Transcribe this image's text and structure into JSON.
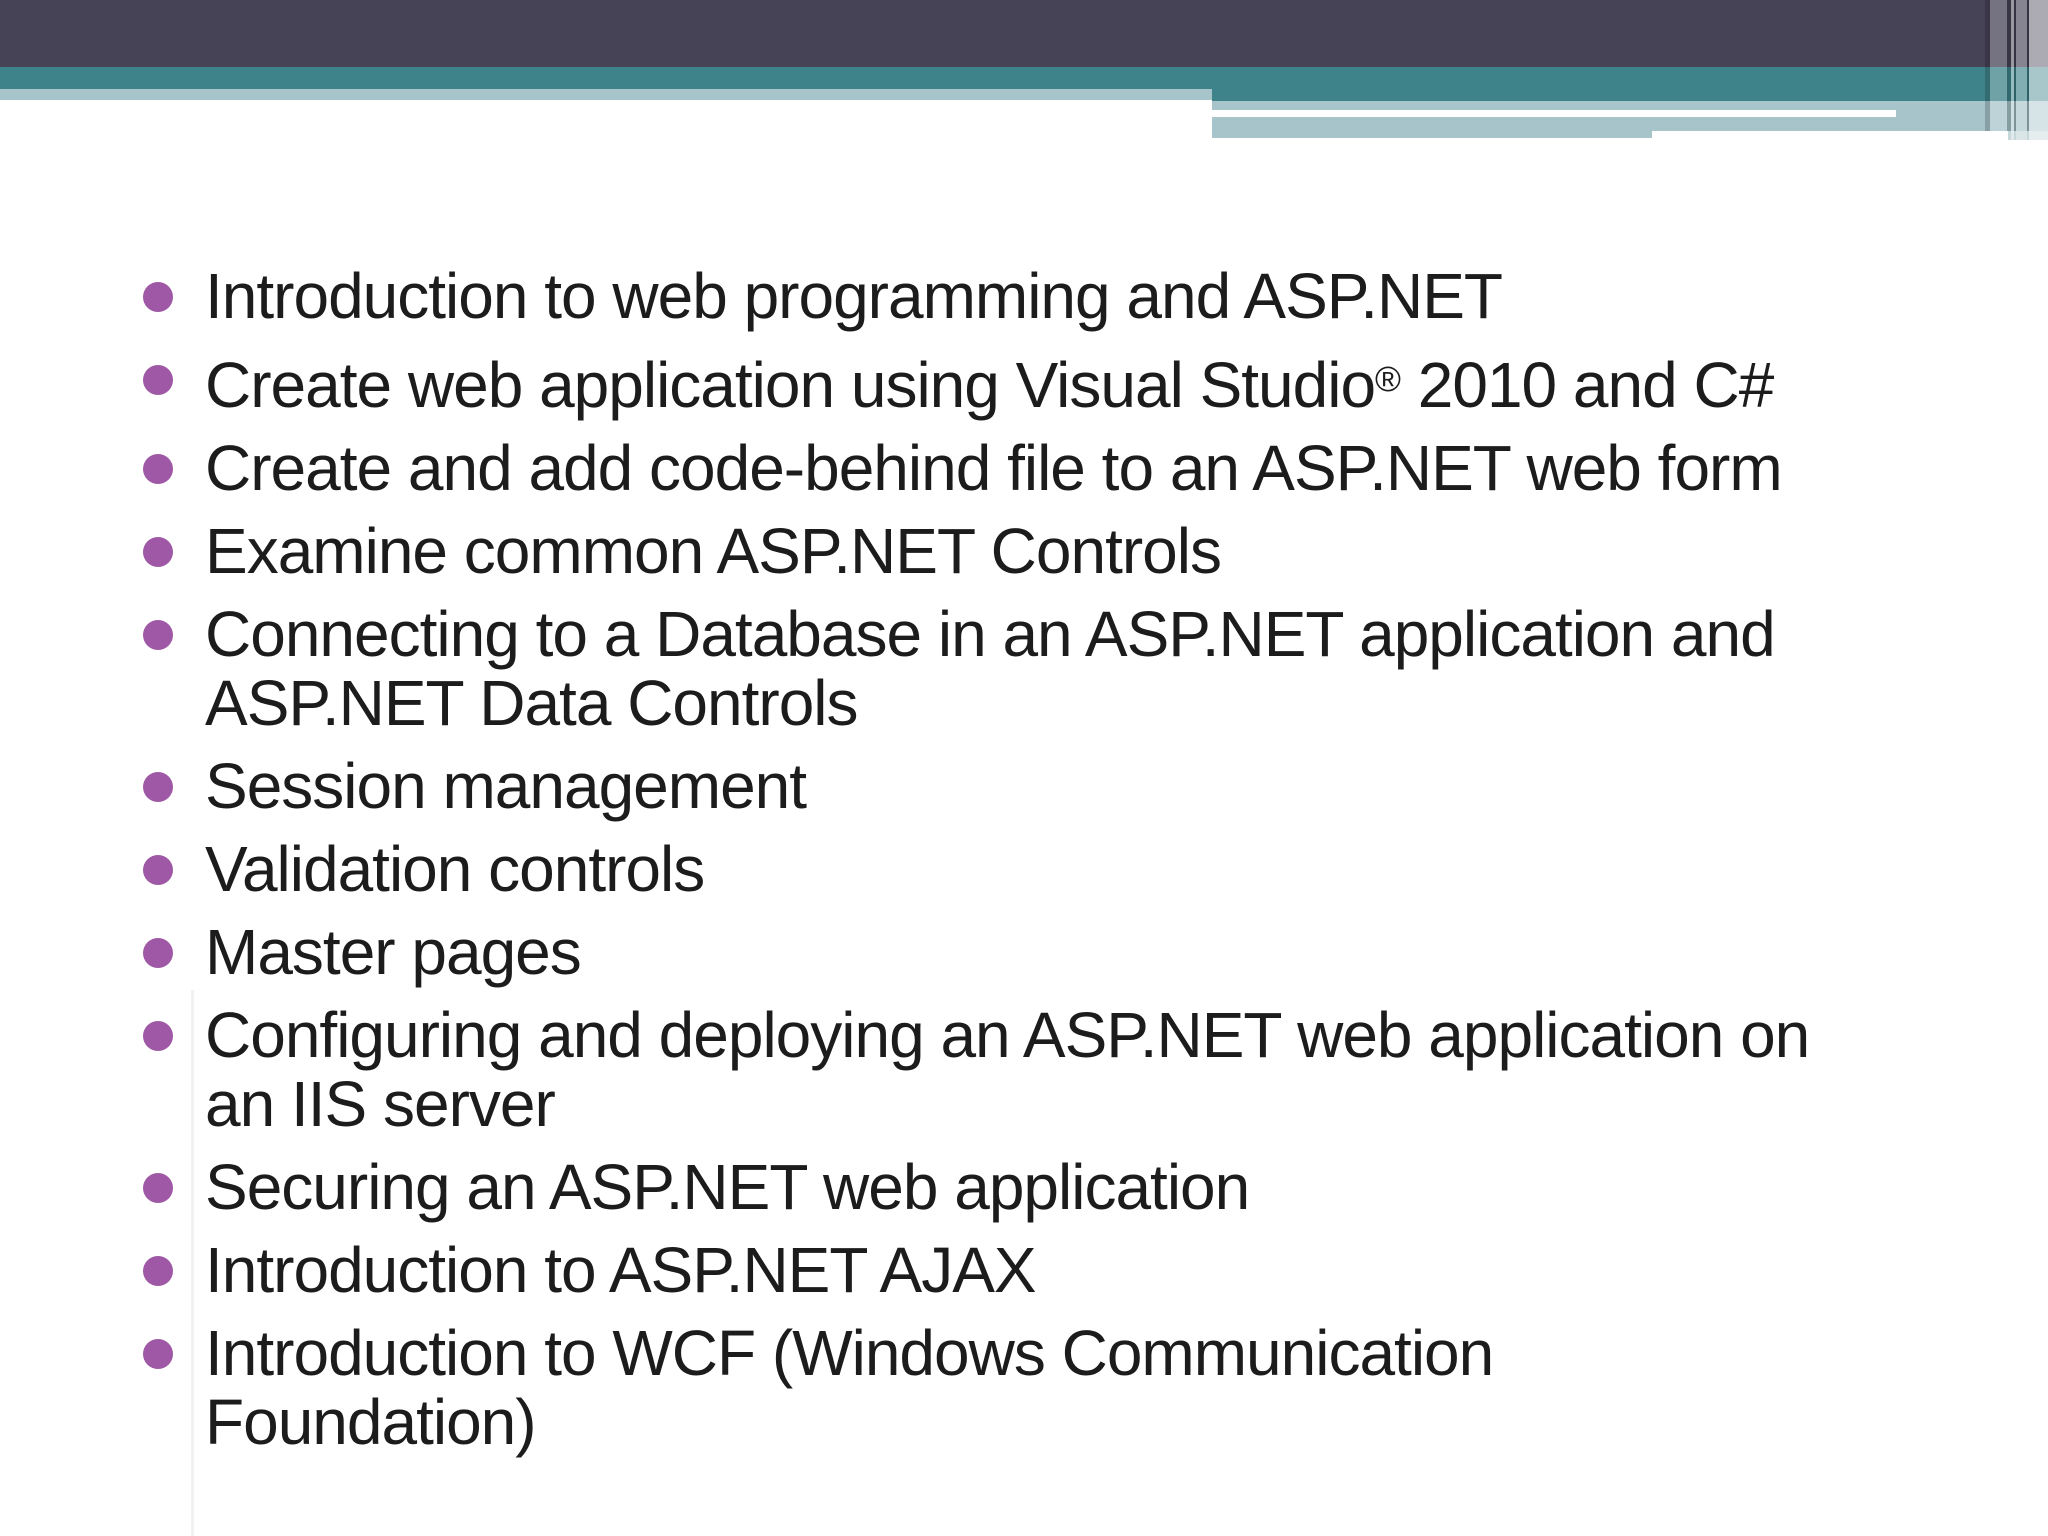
{
  "slide": {
    "background_color": "#ffffff",
    "text_color": "#1c1c1c",
    "bullet_color": "#9e58a6",
    "theme_colors": {
      "header_navy": "#474357",
      "header_teal": "#3e8389",
      "header_light_blue": "#a7c4ca",
      "header_white_stripe": "#ffffff"
    },
    "bullets": [
      {
        "lines": [
          "Introduction to web programming and ASP.NET"
        ]
      },
      {
        "lines": [
          "Create web application using Visual Studio® 2010 and C#"
        ]
      },
      {
        "lines": [
          "Create and add code-behind file to an ASP.NET web form"
        ]
      },
      {
        "lines": [
          "Examine common ASP.NET Controls"
        ]
      },
      {
        "lines": [
          "Connecting to a Database in an ASP.NET application and",
          "ASP.NET Data Controls"
        ]
      },
      {
        "lines": [
          "Session management"
        ]
      },
      {
        "lines": [
          "Validation controls"
        ]
      },
      {
        "lines": [
          "Master pages"
        ]
      },
      {
        "lines": [
          "Configuring and deploying an ASP.NET web application on",
          "an IIS server"
        ]
      },
      {
        "lines": [
          "Securing an ASP.NET web application"
        ]
      },
      {
        "lines": [
          "Introduction to ASP.NET AJAX"
        ]
      },
      {
        "lines": [
          "Introduction to WCF (Windows Communication",
          "Foundation)"
        ]
      }
    ]
  }
}
